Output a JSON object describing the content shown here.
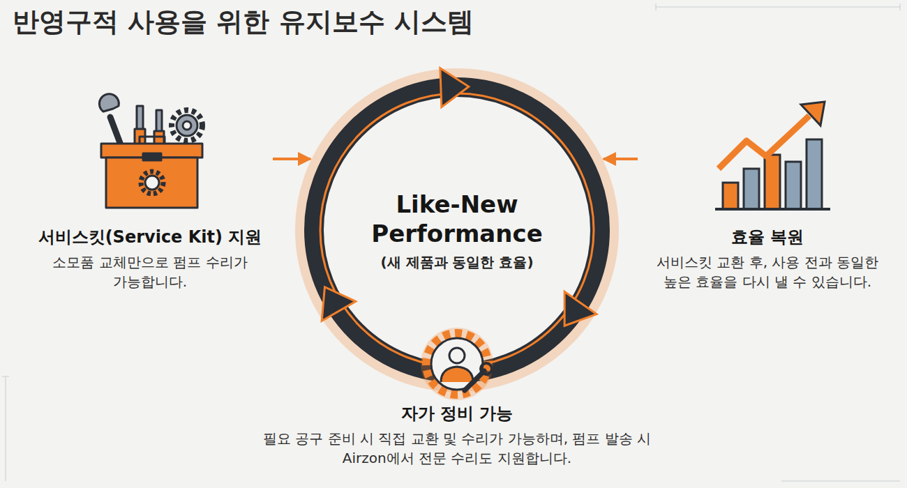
{
  "diagram": {
    "title": "반영구적 사용을 위한 유지보수 시스템",
    "nodes": [
      {
        "text": [
          "서비스킷(Service Kit) 지원",
          "소모품 교체만으로 펌프 수리가 가능합니다."
        ]
      },
      {
        "text": [
          "Like-New Performance",
          "(새 제품과 동일한 효율)"
        ]
      },
      {
        "text": [
          "효율 복원",
          "서비스킷 교환 후, 사용 전과 동일한 높은 효율을 다시 낼 수 있습니다."
        ]
      },
      {
        "text": [
          "자가 정비 가능",
          "필요 공구 준비 시 직접 교환 및 수리가 가능하며, 펌프 발송 시 Airzon에서 전문 수리도 지원합니다."
        ]
      }
    ],
    "edges": [
      {
        "from": 0,
        "to": 1,
        "arrow": "to"
      },
      {
        "from": 2,
        "to": 1,
        "arrow": "to"
      }
    ]
  }
}
